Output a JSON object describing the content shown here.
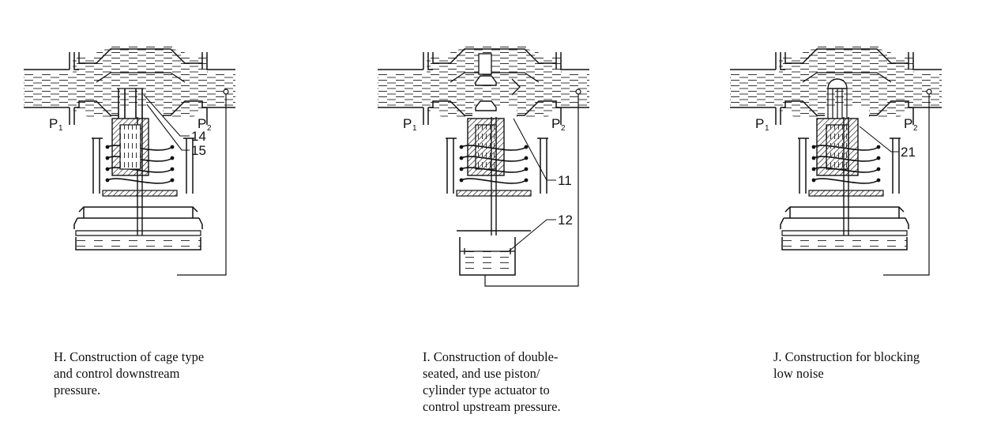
{
  "diagrams": [
    {
      "id": "h",
      "caption": "H. Construction of cage type\nand control downstream\npressure.",
      "p1": "P",
      "p1_sub": "1",
      "p2": "P",
      "p2_sub": "2",
      "callouts": [
        "14",
        "15"
      ]
    },
    {
      "id": "i",
      "caption": "I. Construction of double-\nseated, and use piston/\ncylinder type actuator to\ncontrol upstream pressure.",
      "p1": "P",
      "p1_sub": "1",
      "p2": "P",
      "p2_sub": "2",
      "callouts": [
        "11",
        "12"
      ]
    },
    {
      "id": "j",
      "caption": "J. Construction for blocking\nlow noise",
      "p1": "P",
      "p1_sub": "1",
      "p2": "P",
      "p2_sub": "2",
      "callouts": [
        "21"
      ]
    }
  ],
  "colors": {
    "line": "#111111",
    "background": "#ffffff"
  }
}
